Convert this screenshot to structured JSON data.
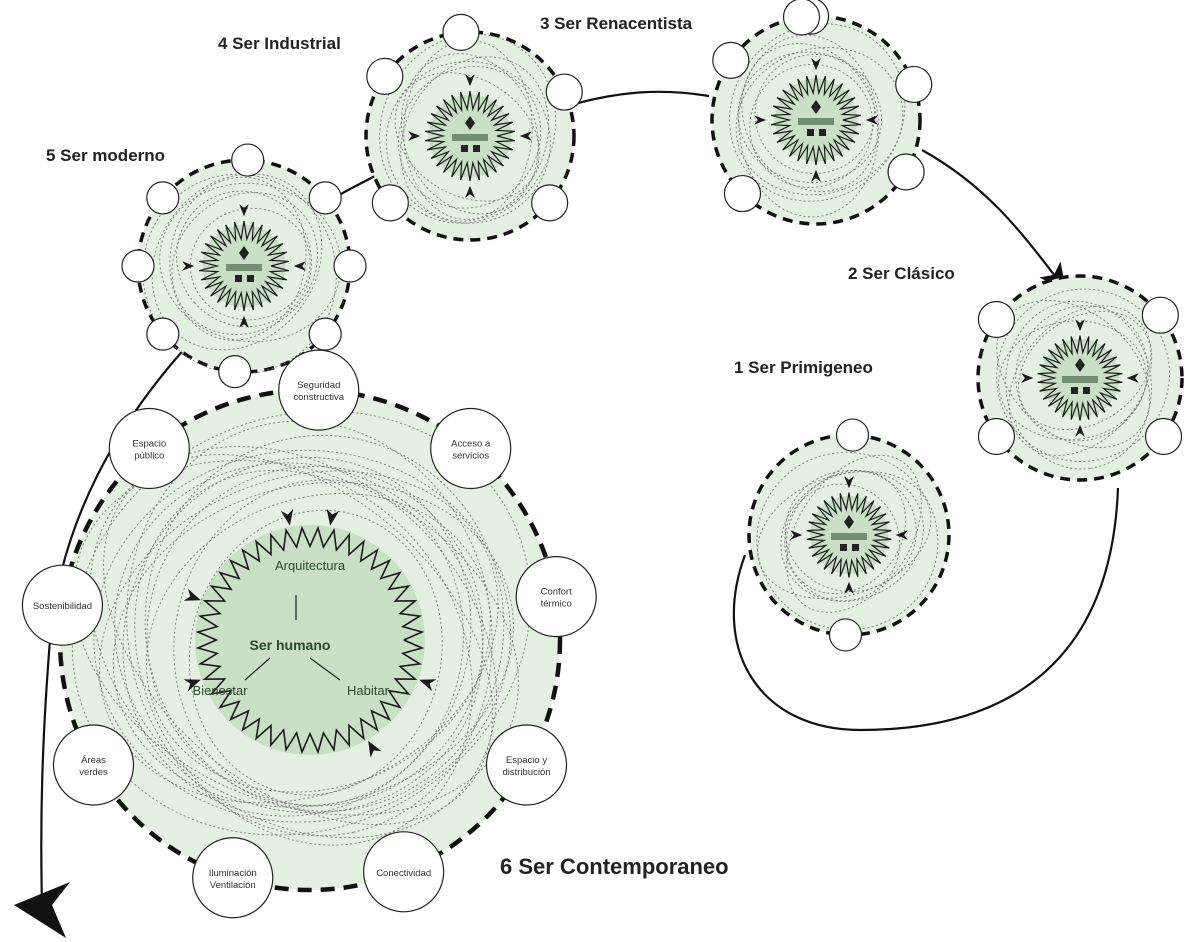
{
  "colors": {
    "fill_outer": "#e4f0e2",
    "fill_core": "#c9dfc6",
    "ring_dash": "#111111",
    "spike": "#1a1a1a",
    "orbit": "#777777",
    "satellite_fill": "#ffffff",
    "connector": "#111111"
  },
  "stages": [
    {
      "id": "primigeneo",
      "label": "1 Ser Primigeneo",
      "satellites": [
        "",
        ""
      ]
    },
    {
      "id": "clasico",
      "label": "2 Ser Clásico",
      "satellites": [
        "",
        "",
        "",
        ""
      ]
    },
    {
      "id": "renacentista",
      "label": "3 Ser Renacentista",
      "satellites": [
        "",
        "",
        "",
        "",
        "",
        ""
      ]
    },
    {
      "id": "industrial",
      "label": "4 Ser Industrial",
      "satellites": [
        "",
        "",
        "",
        "",
        ""
      ]
    },
    {
      "id": "moderno",
      "label": "5 Ser moderno",
      "satellites": [
        "",
        "",
        "",
        "",
        "",
        "",
        "",
        ""
      ]
    },
    {
      "id": "contemporaneo",
      "label": "6 Ser Contemporaneo",
      "core": {
        "center": "Ser humano",
        "top": "Arquitectura",
        "left": "Bienestar",
        "right": "Habitar"
      },
      "satellites": [
        "Seguridad constructiva",
        "Acceso a servicios",
        "Confort térmico",
        "Espacio y distribución",
        "Conectividad",
        "Iluminación Ventilación",
        "Áreas verdes",
        "Sostenibilidad",
        "Espacio público"
      ]
    }
  ]
}
